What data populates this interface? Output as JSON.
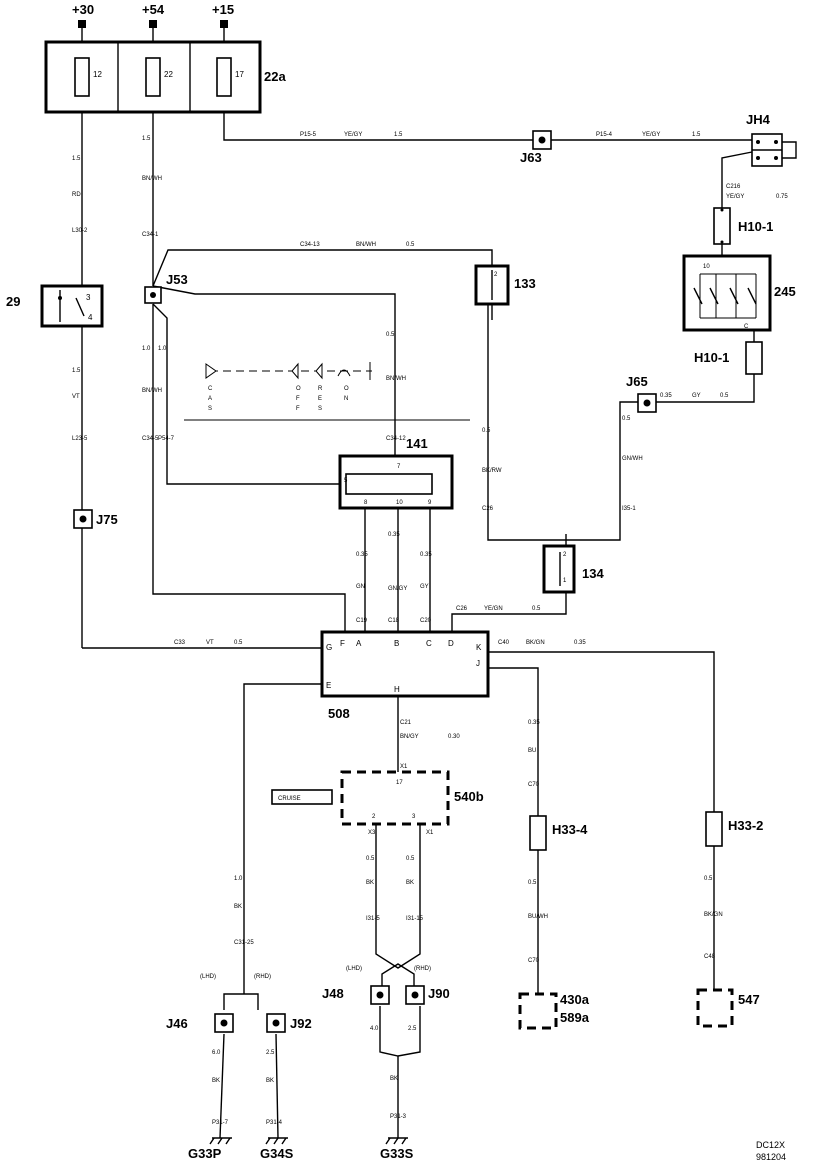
{
  "supply": {
    "s30": "+30",
    "s54": "+54",
    "s15": "+15"
  },
  "fusebox": {
    "label": "22a",
    "fuses": [
      "12",
      "22",
      "17"
    ]
  },
  "components": {
    "c29": "29",
    "c133": "133",
    "c134": "134",
    "c141": "141",
    "c245": "245",
    "c508": "508",
    "c540b": "540b",
    "c430a": "430a",
    "c589a": "589a",
    "c547": "547",
    "cruise": "CRUISE"
  },
  "junctions": {
    "j63": "J63",
    "j53": "J53",
    "j65": "J65",
    "j75": "J75",
    "jh4": "JH4",
    "j46": "J46",
    "j92": "J92",
    "j48": "J48",
    "j90": "J90",
    "h10_1a": "H10-1",
    "h10_1b": "H10-1",
    "h33_4": "H33-4",
    "h33_2": "H33-2"
  },
  "grounds": {
    "g33p": "G33P",
    "g34s": "G34S",
    "g33s": "G33S"
  },
  "wires": {
    "p15_5": "P15-5",
    "p15_4": "P15-4",
    "yegy": "YE/GY",
    "v15": "1.5",
    "rd": "RD",
    "l30_2": "L30-2",
    "bnwh": "BN/WH",
    "c34_1": "C34-1",
    "c34_13": "C34-13",
    "bnwh_b": "BN/WH",
    "v05": "0.5",
    "c34_12": "C34-12",
    "c34_5": "C34-5",
    "p54_7": "P54-7",
    "v10": "1.0",
    "vt": "VT",
    "l23_5": "L23-5",
    "c33": "C33",
    "vt2": "VT",
    "v05b": "0.5",
    "gn": "GN",
    "gngy": "GN/GY",
    "gy": "GY",
    "v035": "0.35",
    "c19": "C19",
    "c18": "C18",
    "c20": "C20",
    "c26": "C26",
    "yegn": "YE/GN",
    "c40": "C40",
    "bkgn": "BK/GN",
    "bkrw": "BK/RW",
    "c26b": "C26",
    "gnwh": "GN/WH",
    "i35_1": "I35-1",
    "gy2": "GY",
    "c21": "C21",
    "bngy": "BN/GY",
    "v030": "0.30",
    "bu": "BU",
    "c70": "C70",
    "c70b": "C70",
    "bubk": "BU/WH",
    "c48": "C48",
    "bkgn2": "BK/GN",
    "bk": "BK",
    "c31_25": "C31-25",
    "i31_5": "I31-5",
    "i31_15": "I31-15",
    "p31_7": "P31-7",
    "p31_4": "P31-4",
    "p31_3": "P31-3",
    "v60": "6.0",
    "v25": "2.5",
    "v40": "4.0",
    "x1": "X1",
    "x3": "X3",
    "x1b": "X1",
    "lhd": "(LHD)",
    "rhd": "(RHD)",
    "lhd2": "(LHD)",
    "rhd2": "(RHD)",
    "c216": "C216",
    "v075": "0.75",
    "p10": "10",
    "p17": "17"
  },
  "pins": {
    "p508_g": "G",
    "p508_f": "F",
    "p508_a": "A",
    "p508_b": "B",
    "p508_c": "C",
    "p508_d": "D",
    "p508_k": "K",
    "p508_j": "J",
    "p508_e": "E",
    "p508_h": "H",
    "p141_5": "5",
    "p141_7": "7",
    "p141_8": "8",
    "p141_10": "10",
    "p141_9": "9",
    "p540_17": "17",
    "p540_2": "2",
    "p540_3": "3",
    "p29_3": "3",
    "p29_4": "4",
    "p133_1": "2",
    "p134_2": "2",
    "p134_1": "1",
    "p245_c": "C"
  },
  "footer": {
    "code": "DC12X",
    "date": "981204"
  }
}
